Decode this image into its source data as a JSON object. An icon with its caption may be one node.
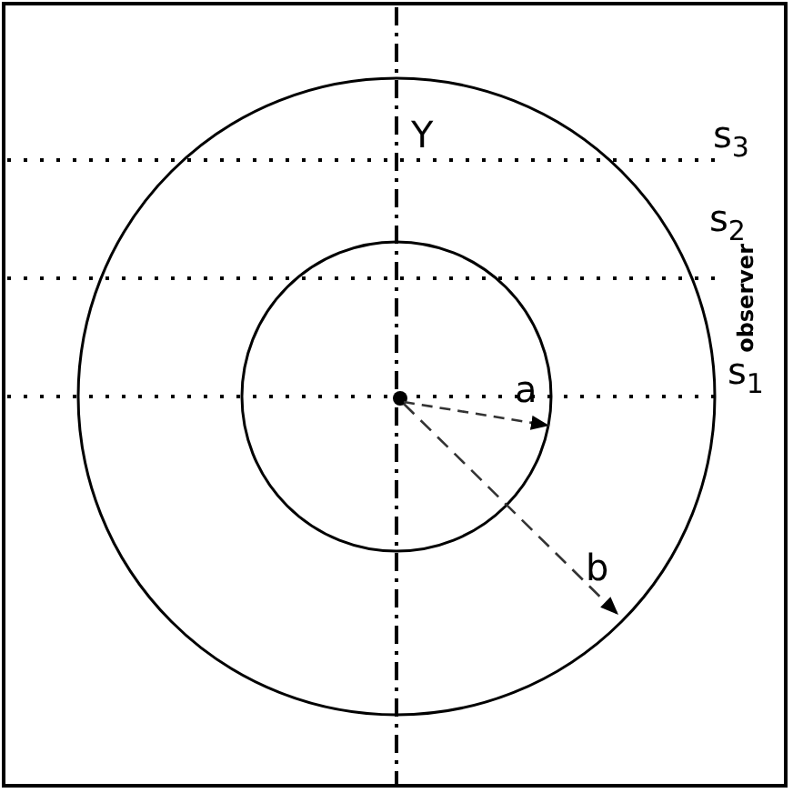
{
  "diagram": {
    "labels": [
      "Y",
      "s$_{3}$",
      "s$_{2}$",
      "observer",
      "s$_{1}$",
      "a",
      "b"
    ]
  }
}
